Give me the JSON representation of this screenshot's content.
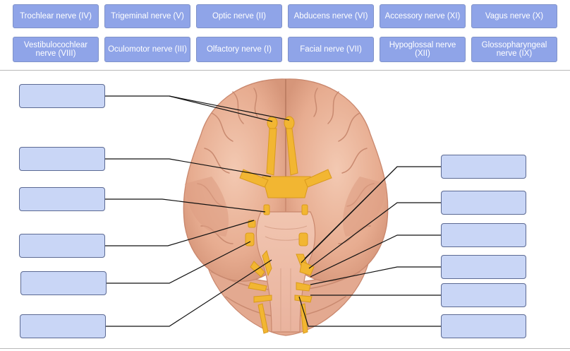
{
  "answer_bank": {
    "chips": [
      "Trochlear nerve (IV)",
      "Trigeminal nerve (V)",
      "Optic nerve (II)",
      "Abducens nerve (VI)",
      "Accessory nerve (XI)",
      "Vagus nerve (X)",
      "Vestibulocochlear nerve (VIII)",
      "Oculomotor nerve (III)",
      "Olfactory nerve (I)",
      "Facial nerve (VII)",
      "Hypoglossal nerve (XII)",
      "Glossopharyngeal nerve (IX)"
    ]
  },
  "diagram": {
    "left_targets": 6,
    "right_targets": 6
  },
  "colors": {
    "chip_bg": "#8fa4e8",
    "drop_bg": "#c9d6f6",
    "brain": "#e8b49a",
    "nerve": "#f2b632"
  }
}
